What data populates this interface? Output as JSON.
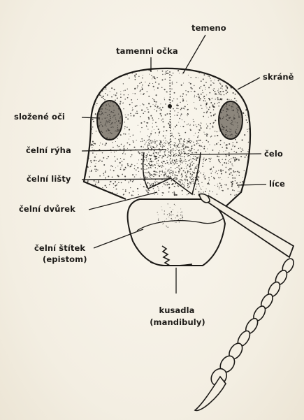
{
  "labels": {
    "temeno": "temeno",
    "tamenni_ocka": "tamenni očka",
    "skrane": "skráně",
    "slozene_oci": "složené oči",
    "celni_ryha": "čelní rýha",
    "celo": "čelo",
    "celni_listy": "čelní lišty",
    "lice": "líce",
    "celni_dvurek": "čelní dvůrek",
    "celni_stitek": "čelní štítek",
    "epistom": "(epistom)",
    "kusadla": "kusadla",
    "mandibuly": "(mandibuly)"
  },
  "colors": {
    "paper": "#f7f3ea",
    "ink": "#1c1a17",
    "eye_fill": "#8c867c"
  }
}
